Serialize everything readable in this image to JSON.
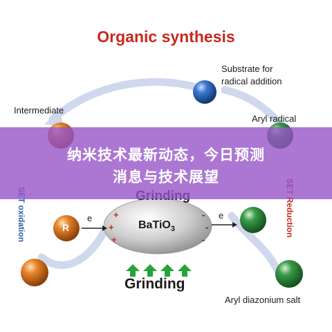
{
  "diagram": {
    "title": "Organic synthesis",
    "labels": {
      "substrate": "Substrate for\nradical addition",
      "intermediate": "Intermediate",
      "aryl_radical": "Aryl radical",
      "aryl_diazonium": "Aryl diazonium salt",
      "set_oxidation": "SET oxidation",
      "set_reduction": "SET Reduction",
      "grinding_top": "Grinding",
      "grinding_bottom": "Grinding",
      "catalyst": "BaTiO",
      "catalyst_sub": "3",
      "electron_left": "e",
      "electron_right": "e",
      "radical_letter": "R"
    },
    "colors": {
      "title": "#c8281e",
      "arrows": "#cfd8ec",
      "grinding_arrows": "#27a33a",
      "charge_plus": "#d2231e",
      "blue_sphere": "#2a63b3",
      "orange_sphere": "#e07b1f",
      "green_sphere": "#2f8f3d"
    }
  },
  "banner": {
    "line1": "纳米技术最新动态，今日预测",
    "line2": "消息与技术展望"
  }
}
